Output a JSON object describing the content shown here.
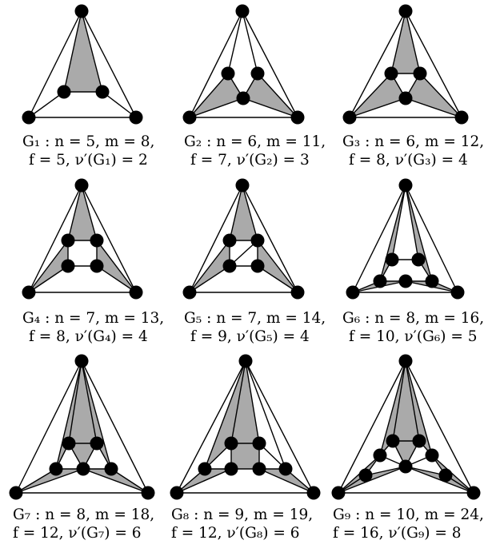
{
  "fill_color": "#aaaaaa",
  "stroke_color": "#000000",
  "graphs": [
    {
      "id": "G1",
      "line1": "G₁ : n = 5, m = 8,",
      "line2": "f = 5, ν′(G₁) = 2"
    },
    {
      "id": "G2",
      "line1": "G₂ : n = 6, m = 11,",
      "line2": "f = 7, ν′(G₂) = 3"
    },
    {
      "id": "G3",
      "line1": "G₃ : n = 6, m = 12,",
      "line2": "f = 8, ν′(G₃) = 4"
    },
    {
      "id": "G4",
      "line1": "G₄ : n = 7, m = 13,",
      "line2": "f = 8, ν′(G₄) = 4"
    },
    {
      "id": "G5",
      "line1": "G₅ : n = 7, m = 14,",
      "line2": "f = 9, ν′(G₅) = 4"
    },
    {
      "id": "G6",
      "line1": "G₆ : n = 8, m = 16,",
      "line2": "f = 10, ν′(G₆) = 5"
    },
    {
      "id": "G7",
      "line1": "G₇ : n = 8, m = 18,",
      "line2": "f = 12, ν′(G₇) = 6"
    },
    {
      "id": "G8",
      "line1": "G₈ : n = 9, m = 19,",
      "line2": "f = 12, ν′(G₈) = 6"
    },
    {
      "id": "G9",
      "line1": "G₉ : n = 10, m = 24,",
      "line2": "f = 16, ν′(G₉) = 8"
    }
  ]
}
